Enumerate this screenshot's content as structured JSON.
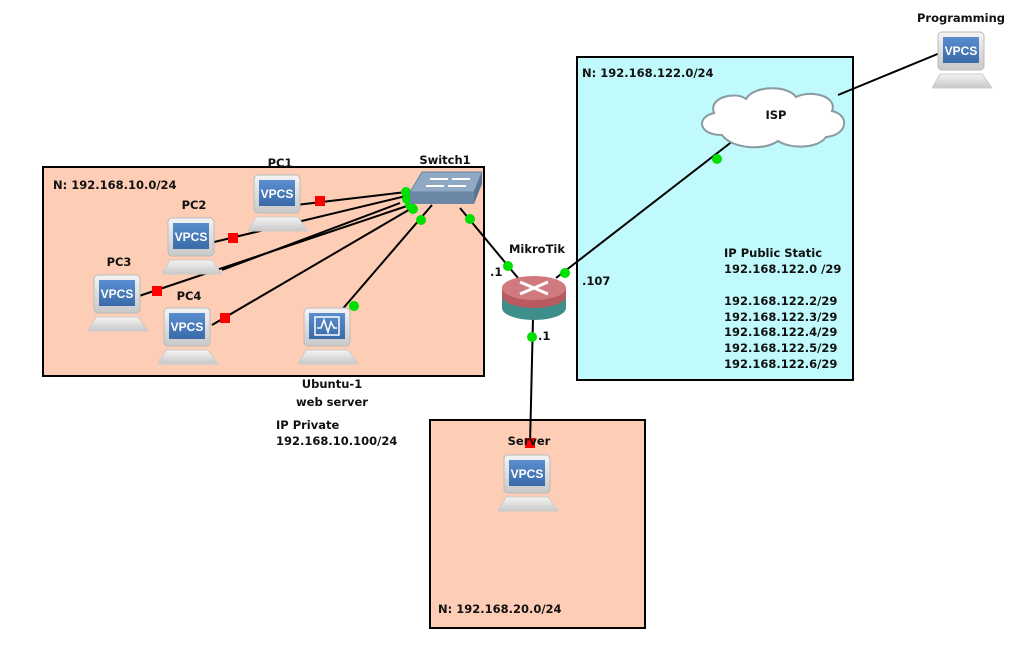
{
  "zones": {
    "lan10": {
      "label": "N: 192.168.10.0/24",
      "fill": "#fdcdb5"
    },
    "lan20": {
      "label": "N: 192.168.20.0/24",
      "fill": "#fdcdb5"
    },
    "wan": {
      "label": "N: 192.168.122.0/24",
      "fill": "#c0fafc"
    }
  },
  "devices": {
    "pc1": {
      "label": "PC1",
      "screen": "VPCS"
    },
    "pc2": {
      "label": "PC2",
      "screen": "VPCS"
    },
    "pc3": {
      "label": "PC3",
      "screen": "VPCS"
    },
    "pc4": {
      "label": "PC4",
      "screen": "VPCS"
    },
    "switch": {
      "label": "Switch1"
    },
    "ubuntu": {
      "label": "Ubuntu-1",
      "sublabel": "web server"
    },
    "router": {
      "label": "MikroTik"
    },
    "isp": {
      "label": "ISP"
    },
    "server": {
      "label": "Server",
      "screen": "VPCS"
    },
    "programming": {
      "label": "Programming",
      "screen": "VPCS"
    }
  },
  "interfaces": {
    "router_lan": ".1",
    "router_wan": ".107",
    "router_server": ".1"
  },
  "notes": {
    "private_title": "IP Private",
    "private_ip": "192.168.10.100/24",
    "public_title": "IP Public Static",
    "public_net": "192.168.122.0 /29",
    "public_ips": [
      "192.168.122.2/29",
      "192.168.122.3/29",
      "192.168.122.4/29",
      "192.168.122.5/29",
      "192.168.122.6/29"
    ]
  },
  "colors": {
    "link_up": "#00e000",
    "link_down": "#ff0000"
  }
}
